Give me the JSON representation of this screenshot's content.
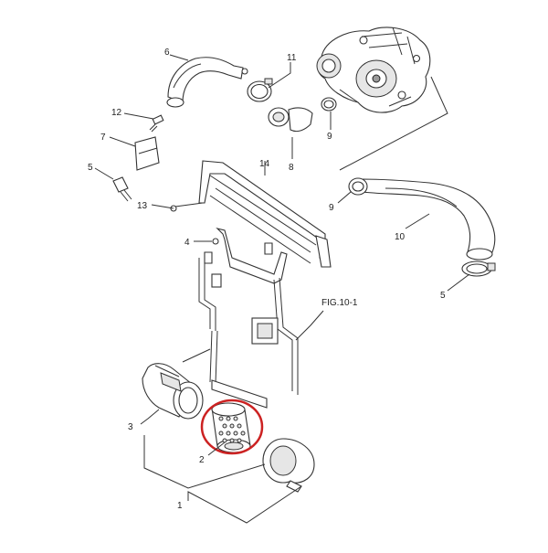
{
  "figure_ref": "FIG.10-1",
  "highlight_color": "#cc2222",
  "callouts": [
    {
      "id": "1",
      "text": "1"
    },
    {
      "id": "2",
      "text": "2"
    },
    {
      "id": "3",
      "text": "3"
    },
    {
      "id": "4",
      "text": "4"
    },
    {
      "id": "5a",
      "text": "5"
    },
    {
      "id": "5b",
      "text": "5"
    },
    {
      "id": "6",
      "text": "6"
    },
    {
      "id": "7",
      "text": "7"
    },
    {
      "id": "8",
      "text": "8"
    },
    {
      "id": "9a",
      "text": "9"
    },
    {
      "id": "9b",
      "text": "9"
    },
    {
      "id": "10",
      "text": "10"
    },
    {
      "id": "11",
      "text": "11"
    },
    {
      "id": "12",
      "text": "12"
    },
    {
      "id": "13",
      "text": "13"
    },
    {
      "id": "14",
      "text": "14"
    }
  ]
}
